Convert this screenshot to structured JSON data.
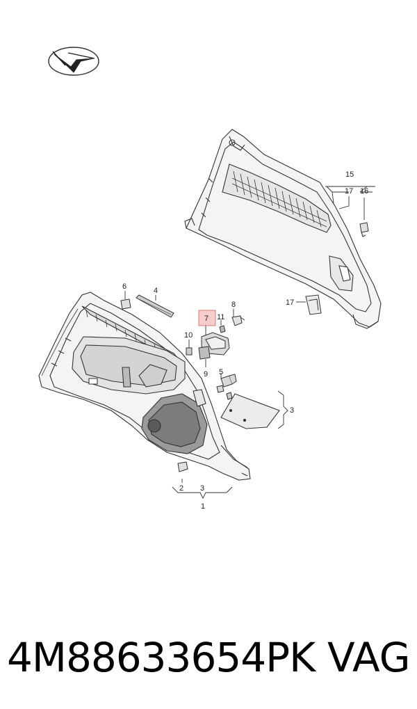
{
  "callouts": {
    "c1": "1",
    "c2": "2",
    "c3a": "3",
    "c3b": "3",
    "c4": "4",
    "c5": "5",
    "c6": "6",
    "c7": "7",
    "c8": "8",
    "c9": "9",
    "c10": "10",
    "c11": "11",
    "c15": "15",
    "c16": "16",
    "c17a": "17",
    "c17b": "17"
  },
  "footer": {
    "part_number": "4M88633654PK",
    "brand": "VAG"
  },
  "colors": {
    "line": "#333333",
    "highlight_fill": "#f6cccc",
    "highlight_stroke": "#d77a7a",
    "panel_fill": "#f2f2f2",
    "dark_fill": "#555555"
  },
  "icons": {
    "logo": "vag-arrow-logo"
  }
}
